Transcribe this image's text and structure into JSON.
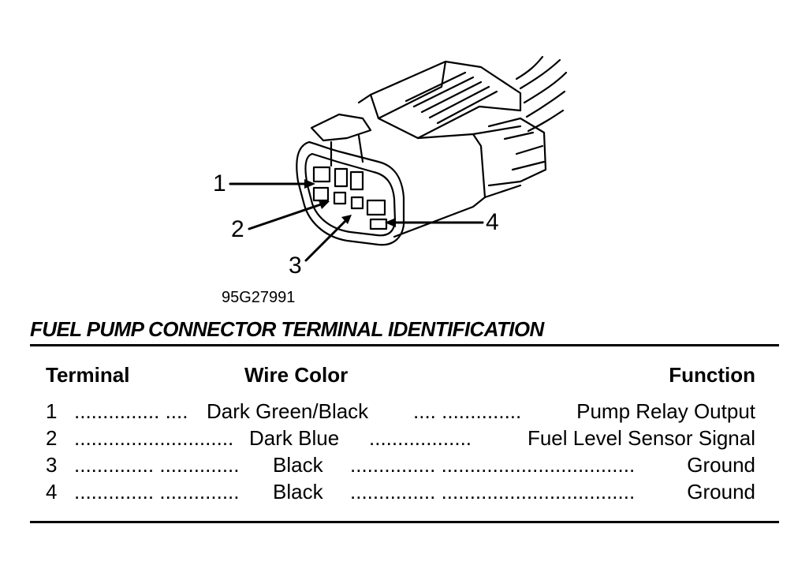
{
  "figure": {
    "callouts": [
      "1",
      "2",
      "3",
      "4"
    ],
    "figure_id": "95G27991"
  },
  "title": "FUEL PUMP CONNECTOR TERMINAL IDENTIFICATION",
  "table": {
    "headers": {
      "terminal": "Terminal",
      "wire_color": "Wire Color",
      "function": "Function"
    },
    "rows": [
      {
        "terminal": "1",
        "leader1": "............... ....",
        "wire_color": "Dark Green/Black",
        "leader2": ".... ..............",
        "function": "Pump Relay Output"
      },
      {
        "terminal": "2",
        "leader1": "............................",
        "wire_color": "Dark Blue",
        "leader2": "..................",
        "function": "Fuel Level Sensor Signal"
      },
      {
        "terminal": "3",
        "leader1": ".............. ..............",
        "wire_color": "Black",
        "leader2": "............... ..................................",
        "function": "Ground"
      },
      {
        "terminal": "4",
        "leader1": ".............. ..............",
        "wire_color": "Black",
        "leader2": "............... ..................................",
        "function": "Ground"
      }
    ]
  }
}
